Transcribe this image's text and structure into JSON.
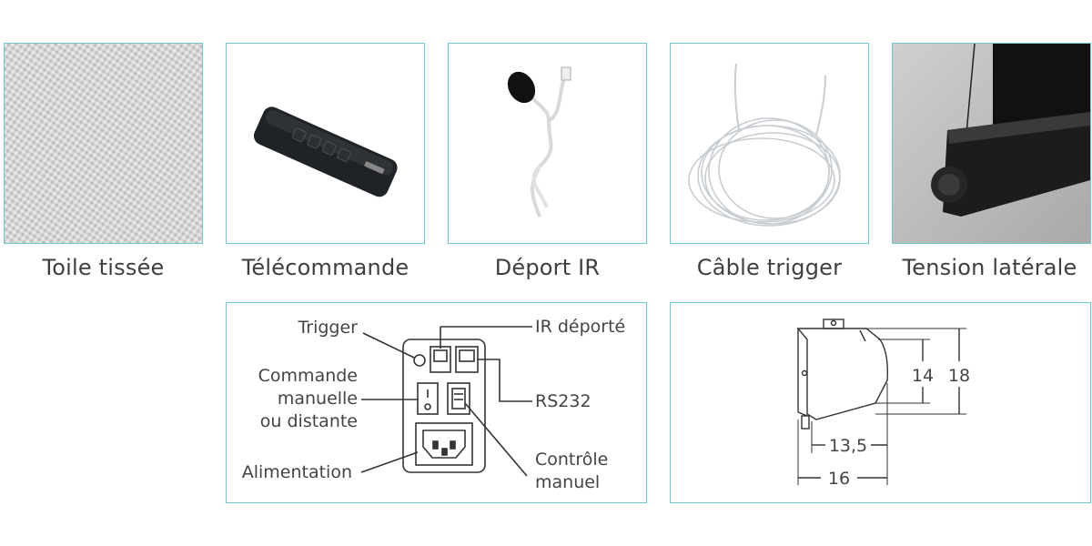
{
  "accent_border": "#6fc7d6",
  "products": [
    {
      "name": "Toile tissée"
    },
    {
      "name": "Télécommande"
    },
    {
      "name": "Déport IR"
    },
    {
      "name": "Câble trigger"
    },
    {
      "name": "Tension latérale"
    }
  ],
  "connector_panel": {
    "trigger": "Trigger",
    "ir_remote": "IR déporté",
    "command_line1": "Commande",
    "command_line2": "manuelle",
    "command_line3": "ou distante",
    "rs232": "RS232",
    "power": "Alimentation",
    "manual_line1": "Contrôle",
    "manual_line2": "manuel"
  },
  "dimension_drawing": {
    "height_inner": "14",
    "height_outer": "18",
    "depth_inner": "13,5",
    "depth_outer": "16"
  }
}
